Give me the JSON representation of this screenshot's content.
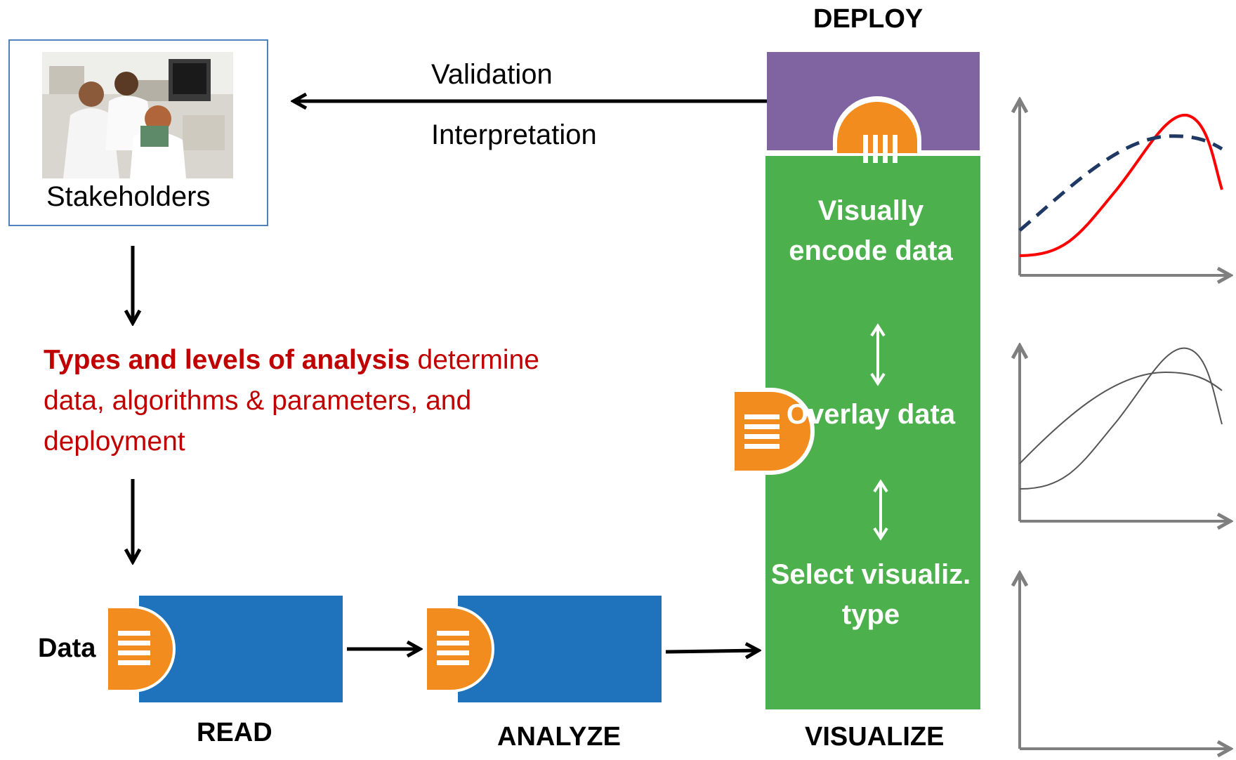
{
  "deploy": {
    "title": "DEPLOY",
    "arrow_label_top": "Validation",
    "arrow_label_bottom": "Interpretation"
  },
  "stakeholders": {
    "label": "Stakeholders"
  },
  "analysis": {
    "highlight": "Types and levels of analysis",
    "rest": " determine data, algorithms & parameters, and deployment"
  },
  "pipeline": {
    "data_label": "Data",
    "read_label": "READ",
    "analyze_label": "ANALYZE",
    "visualize_label": "VISUALIZE"
  },
  "visualize_steps": [
    {
      "text": "Visually encode data"
    },
    {
      "text": "Overlay data"
    },
    {
      "text": "Select visualiz. type"
    }
  ],
  "colors": {
    "deploy_purple": "#8064a2",
    "visualize_green": "#4cb04c",
    "block_blue": "#1f73bc",
    "port_orange": "#f28c1e",
    "analysis_red": "#c00000",
    "chart_red": "#ff0000",
    "chart_dashed": "#1f3864",
    "axis_grey": "#7f7f7f"
  },
  "icons": {
    "deploy_port": "bars-vertical-icon",
    "data_port": "lines-horizontal-icon",
    "photo": "lab-people-photo"
  }
}
